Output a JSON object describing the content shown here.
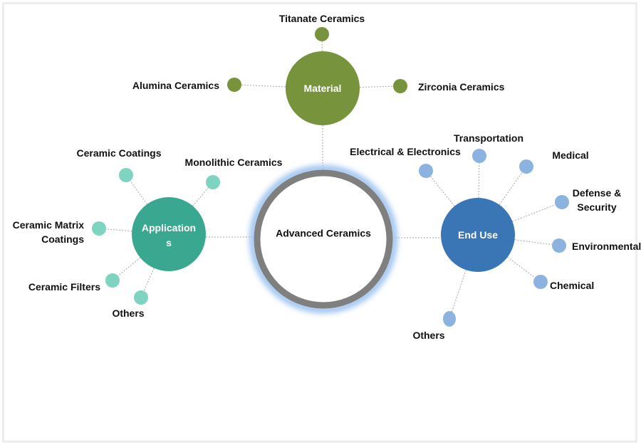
{
  "diagram": {
    "center": {
      "label": "Advanced Ceramics",
      "ring_color": "#7f7f7f",
      "glow_color": "#9cc3ef"
    },
    "hubs": [
      {
        "id": "material",
        "label_lines": [
          "Material"
        ],
        "color": "#77933c",
        "node_color": "#77933c",
        "children": [
          "Titanate Ceramics",
          "Alumina Ceramics",
          "Zirconia Ceramics"
        ]
      },
      {
        "id": "applications",
        "label_lines": [
          "Application",
          "s"
        ],
        "color": "#3aa890",
        "node_color": "#7fd3c1",
        "children": [
          "Ceramic Coatings",
          "Monolithic Ceramics",
          "Ceramic Matrix Coatings",
          "Ceramic Filters",
          "Others"
        ]
      },
      {
        "id": "end-use",
        "label_lines": [
          "End Use"
        ],
        "color": "#3a76b5",
        "node_color": "#8cb3e0",
        "children": [
          "Electrical & Electronics",
          "Transportation",
          "Medical",
          "Defense & Security",
          "Environmental",
          "Chemical",
          "Others"
        ]
      }
    ]
  }
}
